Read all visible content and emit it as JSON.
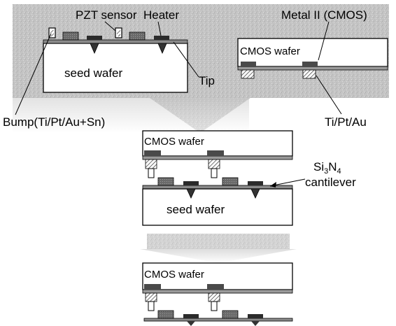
{
  "labels": {
    "pzt_sensor": "PZT sensor",
    "heater": "Heater",
    "metal2": "Metal II (CMOS)",
    "tip": "Tip",
    "bump": "Bump(Ti/Pt/Au+Sn)",
    "tipt_au": "Ti/Pt/Au",
    "si3n4_main": "Si",
    "si3n4_sub3": "3",
    "si3n4_n": "N",
    "si3n4_sub4": "4",
    "cantilever": "cantilever"
  },
  "wafers": {
    "seed_top": "seed wafer",
    "cmos_top": "CMOS wafer",
    "cmos_mid": "CMOS wafer",
    "seed_mid": "seed wafer",
    "cmos_bottom": "CMOS wafer"
  },
  "colors": {
    "texture_bg": "#c9c9c9",
    "texture_light": "#e9e9e9",
    "wafer_fill": "#ffffff",
    "metal_dark": "#4a4a4a",
    "sensor_gray": "#7a7a7a",
    "layer_light": "#cfcfcf",
    "ink": "#000000"
  }
}
